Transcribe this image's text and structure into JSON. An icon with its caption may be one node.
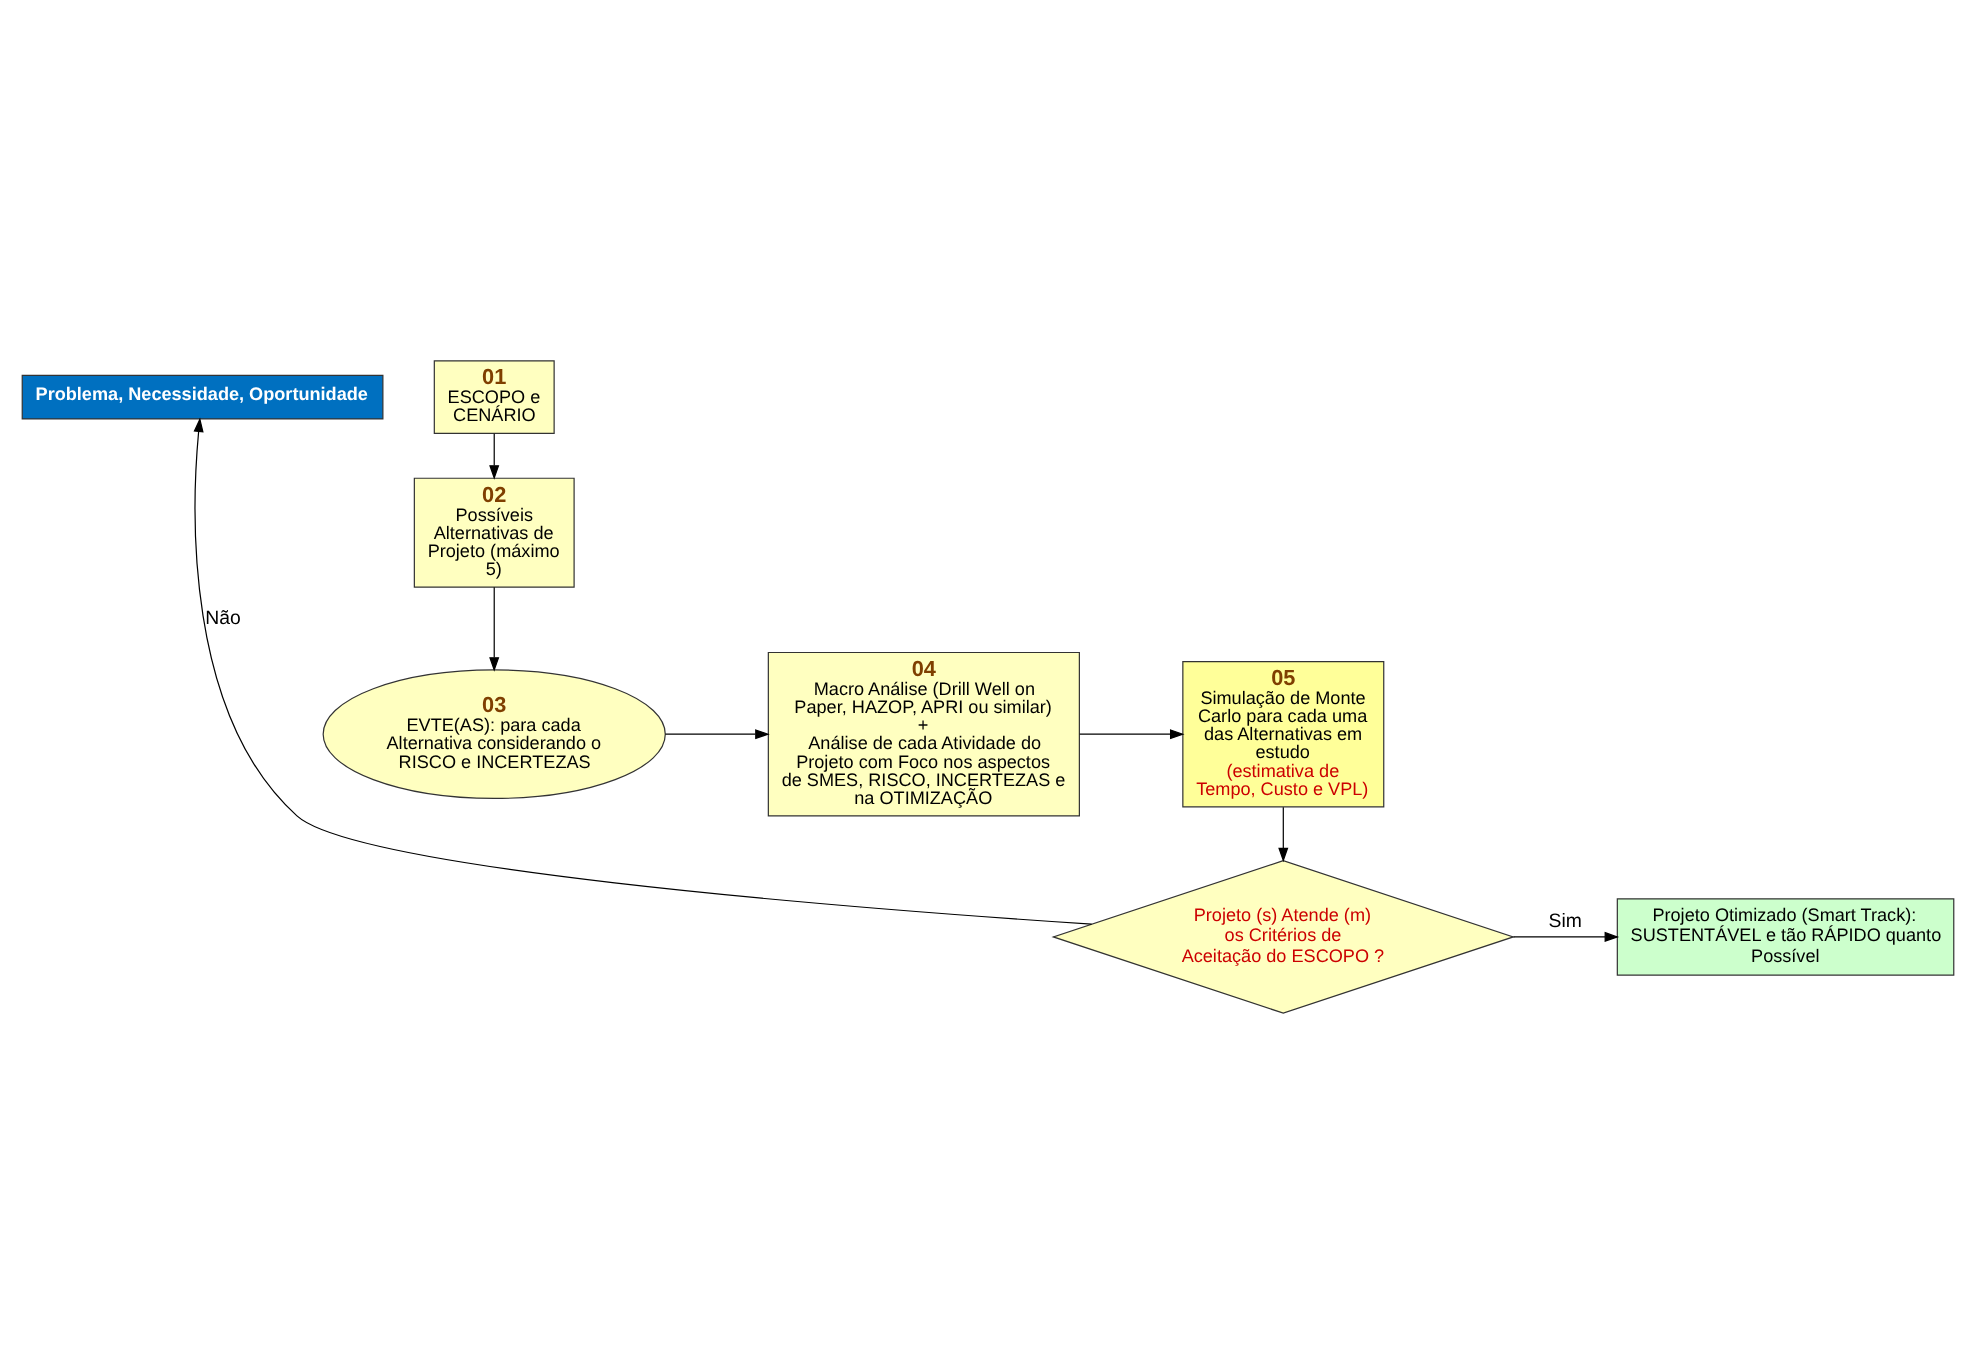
{
  "diagram": {
    "nodes": [
      {
        "text": [
          "Problema, Necessidade, Oportunidade"
        ]
      },
      {
        "text": [
          "01",
          "ESCOPO e CENÁRIO"
        ]
      },
      {
        "text": [
          "02",
          "Possíveis Alternativas de Projeto (máximo 5)"
        ]
      },
      {
        "text": [
          "03",
          "EVTE(AS): para cada Alternativa considerando o RISCO e INCERTEZAS"
        ]
      },
      {
        "text": [
          "04",
          "Macro Análise (Drill Well on Paper, HAZOP, APRI ou similar)",
          "+",
          "Análise de cada Atividade do Projeto com Foco nos aspectos de SMES, RISCO, INCERTEZAS e na OTIMIZAÇÃO"
        ]
      },
      {
        "text": [
          "05",
          "Simulação de Monte Carlo para cada uma das Alternativas em estudo",
          "(estimativa de Tempo, Custo e VPL)"
        ]
      },
      {
        "text": [
          "Projeto (s) Atende (m) os Critérios de Aceitação do ESCOPO ?"
        ]
      },
      {
        "text": [
          "Projeto Otimizado (Smart Track): SUSTENTÁVEL e tão RÁPIDO quanto Possível"
        ]
      }
    ],
    "edges": [
      {
        "from": 1,
        "to": 2,
        "arrow": "to"
      },
      {
        "from": 2,
        "to": 3,
        "arrow": "to"
      },
      {
        "from": 3,
        "to": 4,
        "arrow": "to"
      },
      {
        "from": 4,
        "to": 5,
        "arrow": "to"
      },
      {
        "from": 5,
        "to": 6,
        "arrow": "to"
      },
      {
        "from": 6,
        "to": 7,
        "label": "Sim",
        "arrow": "to"
      },
      {
        "from": 6,
        "to": 0,
        "label": "Não",
        "arrow": "to"
      }
    ]
  }
}
